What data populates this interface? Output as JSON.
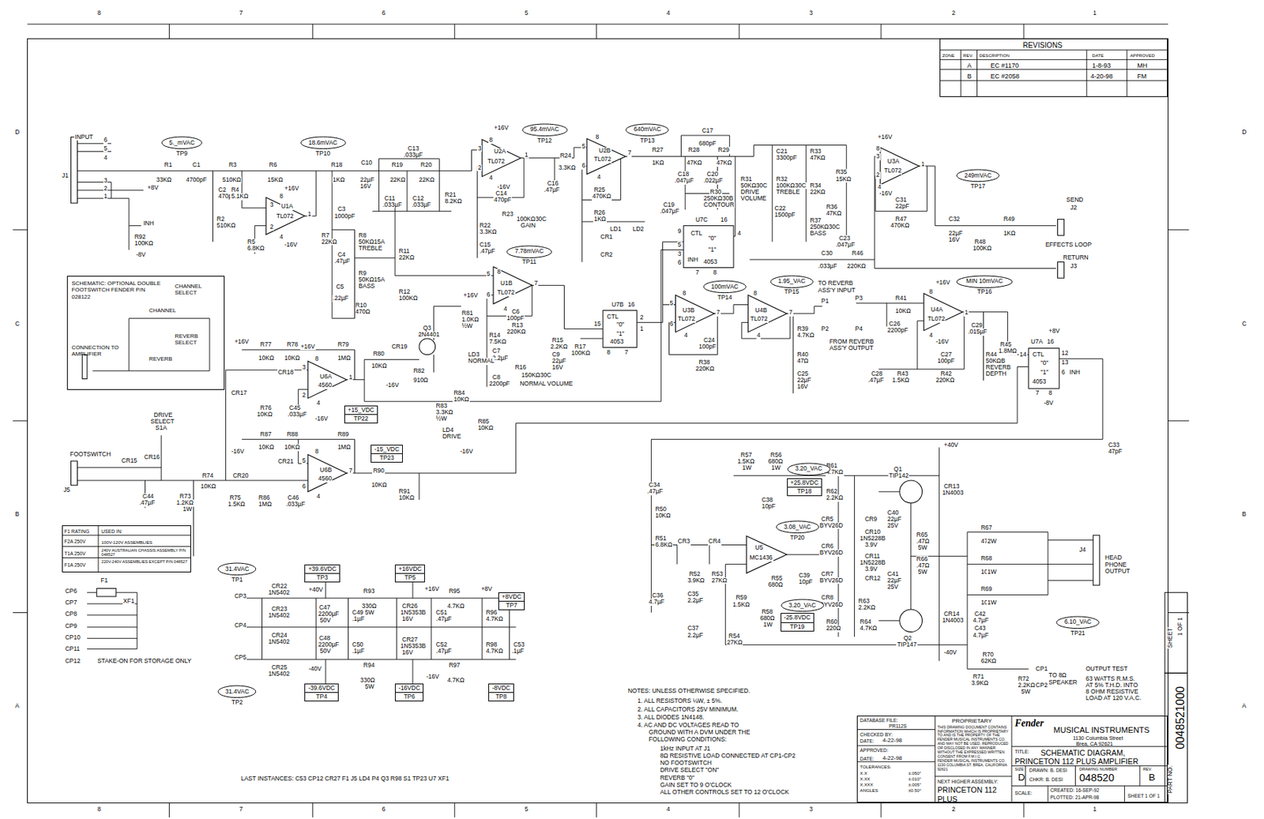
{
  "diagram": {
    "nodes": [
      {
        "text": [
          "REVISIONS",
          "ZONE",
          "REV.",
          "DESCRIPTION",
          "DATE",
          "APPROVED",
          "A",
          "EC #1170",
          "1-8-93",
          "MH",
          "B",
          "EC #2058",
          "4-20-98",
          "FM"
        ]
      },
      {
        "text": [
          "95.4mVAC",
          "TP12"
        ]
      },
      {
        "text": [
          "640mVAC",
          "TP13"
        ]
      },
      {
        "text": [
          "5._mVAC",
          "TP9"
        ]
      },
      {
        "text": [
          "18.6mVAC",
          "TP10"
        ]
      },
      {
        "text": [
          "249mVAC",
          "TP17"
        ]
      },
      {
        "text": [
          "7.78mVAC",
          "TP11"
        ]
      },
      {
        "text": [
          "SCHEMATIC: OPTIONAL DOUBLE FOOTSWITCH FENDER P/N 028122",
          "CHANNEL SELECT",
          "CHANNEL",
          "CONNECTION TO AMPLIFIER",
          "REVERB",
          "REVERB SELECT"
        ]
      },
      {
        "text": [
          "1.95_VAC",
          "TP15"
        ]
      },
      {
        "text": [
          "MIN 10mVAC",
          "TP16"
        ]
      },
      {
        "text": [
          "100mVAC",
          "TP14"
        ]
      },
      {
        "text": [
          "+15_VDC",
          "TP22"
        ]
      },
      {
        "text": [
          "-15_VDC",
          "TP23"
        ]
      },
      {
        "text": [
          "3.20_VAC"
        ]
      },
      {
        "text": [
          "+25.8VDC",
          "TP18"
        ]
      },
      {
        "text": [
          "3.08_VAC",
          "TP20"
        ]
      },
      {
        "text": [
          "F1 RATING",
          "USED IN:",
          "F2A 250V",
          "100V-120V ASSEMBLIES",
          "T1A 250V",
          "240V AUSTRALIAN CHASSIS ASSEMBLY P/N 048527",
          "F1A 250V",
          "220V-240V ASSEMBLIES EXCEPT P/N 048527"
        ]
      },
      {
        "text": [
          "31.4VAC",
          "TP1"
        ]
      },
      {
        "text": [
          "+39.6VDC",
          "TP3"
        ]
      },
      {
        "text": [
          "+16VDC",
          "TP5"
        ]
      },
      {
        "text": [
          "+8VDC",
          "TP7"
        ]
      },
      {
        "text": [
          "3.20_VAC"
        ]
      },
      {
        "text": [
          "-25.8VDC",
          "TP19"
        ]
      },
      {
        "text": [
          "6.10_VAC",
          "TP21"
        ]
      },
      {
        "text": [
          "-39.6VDC",
          "TP4"
        ]
      },
      {
        "text": [
          "-16VDC",
          "TP6"
        ]
      },
      {
        "text": [
          "-8VDC",
          "TP8"
        ]
      },
      {
        "text": [
          "31.4VAC",
          "TP2"
        ]
      },
      {
        "text": [
          "DATABASE FILE:",
          "PR112S",
          "CHECKED BY:",
          "DATE:",
          "4-22-98",
          "APPROVED:",
          "DATE:",
          "4-22-98",
          "TOLERANCES:",
          "X.X",
          "X.XX",
          "X.XXX",
          "ANGLES",
          "±.050\"",
          "±.010\"",
          "±.005\"",
          "±0.50°",
          "PROPRIETARY",
          "THIS DRAWING DOCUMENT CONTAINS INFORMATION WHICH IS PROPRIETARY TO AND IS THE PROPERTY OF THE FENDER MUSICAL INSTRUMENTS CO. AND MAY NOT BE USED, REPRODUCED OR DISCLOSED IN ANY MANNER WITHOUT THE EXPRESSED WRITTEN CONSENT FROM F.M.I.C.",
          "FENDER MUSICAL INSTRUMENTS CO. 1130 COLUMBIA ST. BREA, CALIFORNIA 92621",
          "NEXT HIGHER ASSEMBLY:",
          "PRINCETON 112 PLUS",
          "Fender",
          "MUSICAL INSTRUMENTS",
          "1130 Columbia Street",
          "Brea, CA  92621",
          "TITLE:",
          "SCHEMATIC DIAGRAM,",
          "PRINCETON 112 PLUS AMPLIFIER",
          "SIZE",
          "D",
          "DRAWN: B. DESI",
          "CHKR: B. DESI",
          "DRAWING NUMBER",
          "048520",
          "REV.",
          "B",
          "SCALE:",
          "CREATED: 16-SEP-92",
          "PLOTTED: 21-APR-98",
          "SHEET 1 OF 1"
        ]
      }
    ],
    "labels": [
      "8",
      "7",
      "6",
      "5",
      "4",
      "3",
      "2",
      "1",
      "8",
      "7",
      "6",
      "5",
      "4",
      "3",
      "2",
      "1",
      "D",
      "C",
      "B",
      "A",
      "D",
      "C",
      "B",
      "A",
      "INPUT",
      "J1",
      "6",
      "5",
      "4",
      "3",
      "2",
      "1",
      "+8V",
      "INH",
      "R92",
      "100KΩ",
      "-8V",
      "R1",
      "33KΩ",
      "C1",
      "4700pF",
      "R3",
      "510KΩ",
      "C2",
      "470pF",
      "R2",
      "510KΩ",
      "R4",
      "5.1KΩ",
      "R5",
      "6.8KΩ",
      "R6",
      "15KΩ",
      "+16V",
      "8",
      "U1A",
      "TL072",
      "3",
      "2",
      "1",
      "4",
      "-16V",
      "R18",
      "1KΩ",
      "C3",
      "1000pF",
      "R7",
      "22KΩ",
      "C4",
      ".47µF",
      "C5",
      ".22µF",
      "R10",
      "470Ω",
      "R8",
      "50KΩ15A",
      "TREBLE",
      "R9",
      "50KΩ15A",
      "BASS",
      "C10",
      "22µF",
      "16V",
      "C13",
      ".033µF",
      "R19",
      "22KΩ",
      "R20",
      "22KΩ",
      "C11",
      ".033µF",
      "C12",
      ".033µF",
      "R21",
      "8.2KΩ",
      "R11",
      "22KΩ",
      "R12",
      "100KΩ",
      "+16V",
      "8",
      "3",
      "2",
      "U2A",
      "TL072",
      "1",
      "4",
      "-16V",
      "C14",
      "470pF",
      "R22",
      "3.3KΩ",
      "C15",
      ".47µF",
      "R23",
      "100KΩ30C",
      "GAIN",
      "R24",
      "3.3KΩ",
      "C16",
      ".47µF",
      "5",
      "6",
      "8",
      "U2B",
      "TL072",
      "7",
      "4",
      "R25",
      "470KΩ",
      "R26",
      "1KΩ",
      "LD1",
      "LD2",
      "CR1",
      "CR2",
      "R27",
      "1KΩ",
      "C17",
      "680pF",
      "R28",
      "47KΩ",
      "R29",
      "47KΩ",
      "C18",
      ".047µF",
      "C20",
      ".022µF",
      "R30",
      "250KΩ30B",
      "CONTOUR",
      "C19",
      ".047µF",
      "R31",
      "50KΩ30C",
      "DRIVE",
      "VOLUME",
      "C21",
      "3300pF",
      "R32",
      "100KΩ30C",
      "TREBLE",
      "R33",
      "47KΩ",
      "R34",
      "22KΩ",
      "R35",
      "15KΩ",
      "C22",
      "1500pF",
      "R36",
      "47KΩ",
      "R37",
      "250KΩ30C",
      "BASS",
      "C23",
      ".047µF",
      "+16V",
      "8",
      "3",
      "2",
      "U3A",
      "TL072",
      "1",
      "4",
      "-16V",
      "C31",
      "22pF",
      "R47",
      "470KΩ",
      "C32",
      "22µF",
      "16V",
      "R49",
      "1KΩ",
      "R48",
      "100KΩ",
      "SEND",
      "J2",
      "EFFECTS LOOP",
      "RETURN",
      "J3",
      "U7C",
      "16",
      "9",
      "CTL",
      "\"0\"",
      "\"1\"",
      "INH",
      "4053",
      "4",
      "5",
      "3",
      "6",
      "7",
      "8",
      "C30",
      ".033µF",
      "R46",
      "220KΩ",
      "5",
      "6",
      "8",
      "U3B",
      "TL072",
      "7",
      "4",
      "C24",
      "100pF",
      "R38",
      "220KΩ",
      "8",
      "U4B",
      "TL072",
      "7",
      "4",
      "R39",
      "4.7KΩ",
      "R40",
      "47Ω",
      "C25",
      "22µF",
      "16V",
      "TO REVERB",
      "ASS'Y INPUT",
      "P1",
      "P2",
      "P3",
      "P4",
      "FROM REVERB",
      "ASS'Y OUTPUT",
      "R41",
      "10KΩ",
      "C26",
      "2200pF",
      "+16V",
      "8",
      "U4A",
      "TL072",
      "1",
      "4",
      "-16V",
      "C29",
      ".015µF",
      "C27",
      "100pF",
      "C28",
      ".47µF",
      "R43",
      "1.5KΩ",
      "R42",
      "220KΩ",
      "R44",
      "50KΩB",
      "REVERB",
      "DEPTH",
      "R45",
      "1.8MΩ",
      "U7A",
      "16",
      "+8V",
      "14",
      "CTL",
      "\"0\"",
      "\"1\"",
      "12",
      "13",
      "6",
      "INH",
      "4053",
      "7",
      "8",
      "-8V",
      "8",
      "U1B",
      "TL072",
      "7",
      "4",
      "5",
      "6",
      "C6",
      "100pF",
      "R13",
      "220KΩ",
      "R14",
      "7.5KΩ",
      "C7",
      "2.2µF",
      "C8",
      "2200pF",
      "R16",
      "150KΩ30C",
      "NORMAL VOLUME",
      "R15",
      "2.2KΩ",
      "C9",
      "22µF",
      "16V",
      "R17",
      "100KΩ",
      "U7B",
      "16",
      "15",
      "CTL",
      "\"0\"",
      "\"1\"",
      "2",
      "1",
      "4053",
      "8",
      "7",
      "Q3",
      "2N4401",
      "R81",
      "1.0KΩ",
      "½W",
      "+16V",
      "LD3",
      "NORMAL",
      "R82",
      "910Ω",
      "-16V",
      "R84",
      "10KΩ",
      "R83",
      "3.3KΩ",
      "½W",
      "LD4",
      "DRIVE",
      "-16V",
      "R85",
      "10KΩ",
      "+16V",
      "R77",
      "10KΩ",
      "R78",
      "10KΩ",
      "+16V",
      "R79",
      "1MΩ",
      "R80",
      "10KΩ",
      "CR19",
      "CR18",
      "8",
      "U6A",
      "4560",
      "3",
      "2",
      "1",
      "4",
      "CR17",
      "R76",
      "10KΩ",
      "C45",
      ".033µF",
      "-16V",
      "R87",
      "10KΩ",
      "R88",
      "10KΩ",
      "R89",
      "1MΩ",
      "-16V",
      "CR21",
      "U6B",
      "4560",
      "5",
      "6",
      "7",
      "4",
      "8",
      "R90",
      "10KΩ",
      "R91",
      "10KΩ",
      "CR20",
      "R75",
      "1.5KΩ",
      "R86",
      "1MΩ",
      "C46",
      ".033µF",
      "DRIVE",
      "SELECT",
      "S1A",
      "CR16",
      "CR15",
      "FOOTSWITCH",
      "J5",
      "C44",
      ".47µF",
      "R74",
      "10KΩ",
      "R73",
      "1.2KΩ",
      "1W",
      "F1",
      "XF1",
      "CP6",
      "CP7",
      "CP8",
      "CP9",
      "CP10",
      "CP11",
      "CP12",
      "STAKE-ON FOR STORAGE ONLY",
      "CP3",
      "CP4",
      "CP5",
      "CR22",
      "1N5402",
      "CR23",
      "1N5402",
      "CR24",
      "1N5402",
      "CR25",
      "1N5402",
      "+40V",
      "C47",
      "2200µF",
      "50V",
      "C49",
      ".1µF",
      "C48",
      "2200µF",
      "50V",
      "C50",
      ".1µF",
      "-40V",
      "R93",
      "330Ω",
      "5W",
      "R94",
      "330Ω",
      "5W",
      "CR26",
      "1N5353B",
      "16V",
      "CR27",
      "1N5353B",
      "16V",
      "+16V",
      "R95",
      "4.7KΩ",
      "+8V",
      "C51",
      ".47µF",
      "R96",
      "4.7KΩ",
      "C52",
      ".47µF",
      "R97",
      "4.7KΩ",
      "-16V",
      "R98",
      "4.7KΩ",
      "C53",
      ".1µF",
      "+40V",
      "R57",
      "1.5KΩ",
      "1W",
      "R56",
      "680Ω",
      "1W",
      "R61",
      "4.7KΩ",
      "Q1",
      "TIP142",
      "C34",
      ".47µF",
      "R50",
      "10KΩ",
      "R51",
      "6.8KΩ",
      "CR3",
      "CR4",
      "C38",
      "10pF",
      "R62",
      "2.2KΩ",
      "CR5",
      "BYV26D",
      "CR9",
      "C40",
      "22µF",
      "25V",
      "CR10",
      "1N5228B",
      "3.9V",
      "R65",
      ".47Ω",
      "5W",
      "CR6",
      "BYV26D",
      "CR11",
      "1N5228B",
      "3.9V",
      "R66",
      ".47Ω",
      "5W",
      "CR7",
      "BYV26D",
      "CR12",
      "C41",
      "22µF",
      "25V",
      "CR8",
      "BYV26D",
      "R63",
      "2.2KΩ",
      "U5",
      "MC1436",
      "R52",
      "3.9KΩ",
      "R53",
      "27KΩ",
      "C36",
      "4.7µF",
      "C35",
      "2.2µF",
      "C37",
      "2.2µF",
      "R59",
      "1.5KΩ",
      "R58",
      "680Ω",
      "1W",
      "R55",
      "680Ω",
      "C39",
      "10pF",
      "R60",
      "220Ω",
      "R64",
      "4.7KΩ",
      "Q2",
      "TIP147",
      "R54",
      "27KΩ",
      "CR13",
      "1N4003",
      "CR14",
      "1N4003",
      "-40V",
      "R67",
      "47Ω",
      "2W",
      "R68",
      "100Ω",
      "1W",
      "R69",
      "100Ω",
      "1W",
      "C42",
      "4.7µF",
      "C43",
      "4.7µF",
      "R70",
      "62KΩ",
      "R71",
      "3.9KΩ",
      "R72",
      "2.2KΩ",
      "5W",
      "J4",
      "HEAD PHONE OUTPUT",
      "CP1",
      "CP2",
      "TO 8Ω SPEAKER",
      "C33",
      "47pF",
      "OUTPUT TEST",
      "63 WATTS R.M.S.",
      "AT 5% T.H.D. INTO",
      "8 OHM RESISTIVE",
      "LOAD AT 120 V.A.C.",
      "NOTES: UNLESS OTHERWISE SPECIFIED.",
      "1. ALL RESISTORS ¼W, ± 5%.",
      "2. ALL CAPACITORS 25V MINIMUM.",
      "3. ALL DIODES 1N4148.",
      "4. AC AND DC VOLTAGES READ TO",
      "GROUND WITH A DVM UNDER THE",
      "FOLLOWING CONDITIONS:",
      "1kHz INPUT AT J1",
      "8Ω RESISTIVE LOAD CONNECTED AT CP1-CP2",
      "NO FOOTSWITCH",
      "DRIVE SELECT \"ON\"",
      "REVERB \"0\"",
      "GAIN SET TO 9 O'CLOCK",
      "ALL OTHER CONTROLS SET TO 12 O'CLOCK",
      "LAST INSTANCES: C53 CP12 CR27 F1 J5 LD4 P4 Q3 R98 S1 TP23 U7 XF1",
      "SHEET",
      "1 OF 1",
      "PART NO.",
      "0048521000"
    ]
  }
}
